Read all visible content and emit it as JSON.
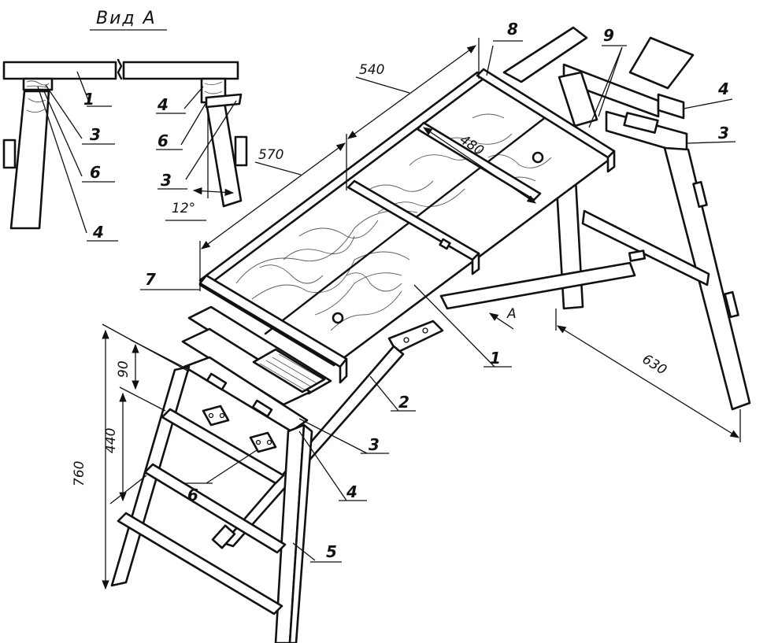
{
  "view_title": "Вид А",
  "view_arrow_label": "A",
  "parts": {
    "p1": "1",
    "p2": "2",
    "p3": "3",
    "p4": "4",
    "p5": "5",
    "p6": "6",
    "p7": "7",
    "p8": "8",
    "p9": "9"
  },
  "dimensions": {
    "d540": "540",
    "d570": "570",
    "d480": "480",
    "d630": "630",
    "d760": "760",
    "d440": "440",
    "d90": "90",
    "angle": "12°"
  }
}
